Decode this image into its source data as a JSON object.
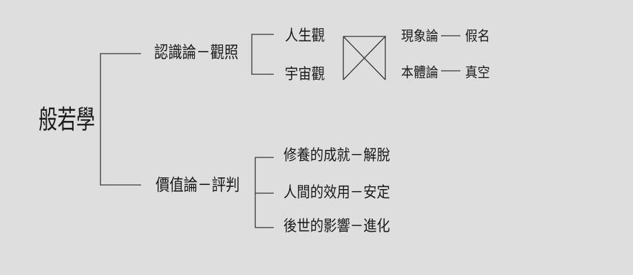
{
  "root": "般若學",
  "epistemology": {
    "label": "認識論－觀照",
    "children": [
      "人生觀",
      "宇宙觀"
    ],
    "results": [
      {
        "theory": "現象論",
        "meaning": "假名"
      },
      {
        "theory": "本體論",
        "meaning": "真空"
      }
    ]
  },
  "axiology": {
    "label": "價值論－評判",
    "children": [
      "修養的成就－解脫",
      "人間的效用－安定",
      "後世的影響－進化"
    ]
  },
  "colors": {
    "background": "#dedede",
    "line": "#333333",
    "text": "#1a1a1a"
  }
}
